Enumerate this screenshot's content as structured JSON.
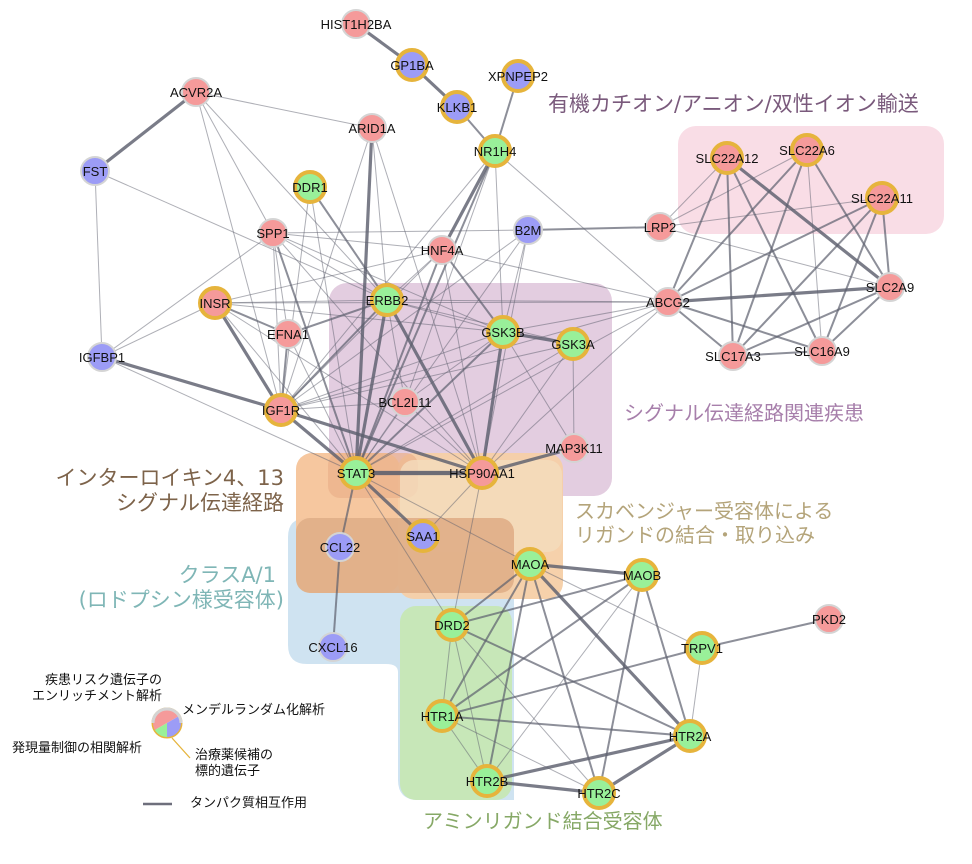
{
  "colors": {
    "red": "#f59a9a",
    "blue": "#9c9cf6",
    "green": "#99f099",
    "gold_ring": "#e6b43c",
    "grey_ring": "#d4d4d4",
    "edge": "#5d5f6e",
    "group_pink": "#f9dde6",
    "group_purple": "#e3cde0",
    "group_orange": "#f8c89a",
    "group_tan": "#f2d6b8",
    "group_brown": "#e2b289",
    "group_blue": "#cfe3f1",
    "group_green": "#c7e7b8"
  },
  "groups": [
    {
      "id": "organic-ion",
      "label_lines": [
        "有機カチオン/アニオン/双性イオン輸送"
      ],
      "color": "#7a5a7c"
    },
    {
      "id": "signal-disease",
      "label_lines": [
        "シグナル伝達経路関連疾患"
      ],
      "color": "#a77fab"
    },
    {
      "id": "il4-13",
      "label_lines": [
        "インターロイキン4、13",
        "シグナル伝達経路"
      ],
      "color": "#7d634a"
    },
    {
      "id": "scavenger",
      "label_lines": [
        "スカベンジャー受容体による",
        "リガンドの結合・取り込み"
      ],
      "color": "#b4a47a"
    },
    {
      "id": "class-a1",
      "label_lines": [
        "クラスA/1",
        "(ロドプシン様受容体)"
      ],
      "color": "#7fb6b6"
    },
    {
      "id": "amine",
      "label_lines": [
        "アミンリガンド結合受容体"
      ],
      "color": "#86a866"
    }
  ],
  "nodes": [
    {
      "id": "HIST1H2BA",
      "fill": "red",
      "target": false
    },
    {
      "id": "GP1BA",
      "fill": "blue",
      "target": true
    },
    {
      "id": "XPNPEP2",
      "fill": "blue",
      "target": true
    },
    {
      "id": "KLKB1",
      "fill": "blue",
      "target": true
    },
    {
      "id": "ACVR2A",
      "fill": "red",
      "target": false
    },
    {
      "id": "ARID1A",
      "fill": "red",
      "target": false
    },
    {
      "id": "NR1H4",
      "fill": "green",
      "target": true
    },
    {
      "id": "FST",
      "fill": "blue",
      "target": false
    },
    {
      "id": "DDR1",
      "fill": "green",
      "target": true
    },
    {
      "id": "SPP1",
      "fill": "red",
      "target": false
    },
    {
      "id": "HNF4A",
      "fill": "red",
      "target": false
    },
    {
      "id": "B2M",
      "fill": "blue",
      "target": false
    },
    {
      "id": "LRP2",
      "fill": "red",
      "target": false
    },
    {
      "id": "SLC22A12",
      "fill": "red",
      "target": true
    },
    {
      "id": "SLC22A6",
      "fill": "red",
      "target": true
    },
    {
      "id": "SLC22A11",
      "fill": "red",
      "target": true
    },
    {
      "id": "SLC2A9",
      "fill": "red",
      "target": false
    },
    {
      "id": "ABCG2",
      "fill": "red",
      "target": false
    },
    {
      "id": "SLC17A3",
      "fill": "red",
      "target": false
    },
    {
      "id": "SLC16A9",
      "fill": "red",
      "target": false
    },
    {
      "id": "INSR",
      "fill": "red",
      "target": true
    },
    {
      "id": "ERBB2",
      "fill": "green",
      "target": true
    },
    {
      "id": "EFNA1",
      "fill": "red",
      "target": false
    },
    {
      "id": "GSK3B",
      "fill": "green",
      "target": true
    },
    {
      "id": "GSK3A",
      "fill": "green",
      "target": true
    },
    {
      "id": "IGFBP1",
      "fill": "blue",
      "target": false
    },
    {
      "id": "IGF1R",
      "fill": "red",
      "target": true
    },
    {
      "id": "BCL2L11",
      "fill": "red",
      "target": false
    },
    {
      "id": "MAP3K11",
      "fill": "red",
      "target": false
    },
    {
      "id": "STAT3",
      "fill": "green",
      "target": true
    },
    {
      "id": "HSP90AA1",
      "fill": "red",
      "target": true
    },
    {
      "id": "CCL22",
      "fill": "blue",
      "target": false
    },
    {
      "id": "SAA1",
      "fill": "blue",
      "target": true
    },
    {
      "id": "MAOA",
      "fill": "green",
      "target": true
    },
    {
      "id": "MAOB",
      "fill": "green",
      "target": true
    },
    {
      "id": "PKD2",
      "fill": "red",
      "target": false
    },
    {
      "id": "DRD2",
      "fill": "green",
      "target": true
    },
    {
      "id": "TRPV1",
      "fill": "green",
      "target": true
    },
    {
      "id": "CXCL16",
      "fill": "blue",
      "target": false
    },
    {
      "id": "HTR1A",
      "fill": "green",
      "target": true
    },
    {
      "id": "HTR2A",
      "fill": "green",
      "target": true
    },
    {
      "id": "HTR2B",
      "fill": "green",
      "target": true
    },
    {
      "id": "HTR2C",
      "fill": "green",
      "target": true
    }
  ],
  "edges": [
    [
      "HIST1H2BA",
      "GP1BA",
      3
    ],
    [
      "GP1BA",
      "KLKB1",
      3
    ],
    [
      "KLKB1",
      "NR1H4",
      2
    ],
    [
      "XPNPEP2",
      "NR1H4",
      2
    ],
    [
      "ACVR2A",
      "FST",
      3
    ],
    [
      "ACVR2A",
      "ARID1A",
      1
    ],
    [
      "ACVR2A",
      "SPP1",
      1
    ],
    [
      "ACVR2A",
      "IGF1R",
      1
    ],
    [
      "ACVR2A",
      "ERBB2",
      1
    ],
    [
      "FST",
      "IGFBP1",
      1
    ],
    [
      "FST",
      "ERBB2",
      1
    ],
    [
      "ARID1A",
      "ERBB2",
      1
    ],
    [
      "ARID1A",
      "STAT3",
      3
    ],
    [
      "ARID1A",
      "IGF1R",
      1
    ],
    [
      "ARID1A",
      "HSP90AA1",
      1
    ],
    [
      "NR1H4",
      "HNF4A",
      3
    ],
    [
      "NR1H4",
      "IGF1R",
      1
    ],
    [
      "NR1H4",
      "ABCG2",
      1
    ],
    [
      "NR1H4",
      "STAT3",
      2
    ],
    [
      "NR1H4",
      "GSK3B",
      1
    ],
    [
      "NR1H4",
      "BCL2L11",
      1
    ],
    [
      "DDR1",
      "ERBB2",
      2
    ],
    [
      "DDR1",
      "IGF1R",
      1
    ],
    [
      "DDR1",
      "STAT3",
      1
    ],
    [
      "SPP1",
      "B2M",
      1
    ],
    [
      "SPP1",
      "HNF4A",
      1
    ],
    [
      "SPP1",
      "ERBB2",
      1
    ],
    [
      "SPP1",
      "IGFBP1",
      1
    ],
    [
      "SPP1",
      "STAT3",
      2
    ],
    [
      "SPP1",
      "IGF1R",
      1
    ],
    [
      "SPP1",
      "GSK3B",
      1
    ],
    [
      "SPP1",
      "EFNA1",
      1
    ],
    [
      "SPP1",
      "HSP90AA1",
      1
    ],
    [
      "HNF4A",
      "ERBB2",
      1
    ],
    [
      "HNF4A",
      "GSK3B",
      2
    ],
    [
      "HNF4A",
      "INSR",
      1
    ],
    [
      "HNF4A",
      "IGF1R",
      1
    ],
    [
      "HNF4A",
      "STAT3",
      2
    ],
    [
      "HNF4A",
      "ABCG2",
      1
    ],
    [
      "HNF4A",
      "HSP90AA1",
      1
    ],
    [
      "B2M",
      "LRP2",
      2
    ],
    [
      "B2M",
      "GSK3B",
      1
    ],
    [
      "B2M",
      "IGF1R",
      1
    ],
    [
      "B2M",
      "STAT3",
      1
    ],
    [
      "B2M",
      "HSP90AA1",
      1
    ],
    [
      "LRP2",
      "SLC22A12",
      1
    ],
    [
      "LRP2",
      "SLC22A6",
      1
    ],
    [
      "LRP2",
      "SLC22A11",
      1
    ],
    [
      "LRP2",
      "SLC2A9",
      1
    ],
    [
      "SLC22A12",
      "ABCG2",
      2
    ],
    [
      "SLC22A12",
      "SLC17A3",
      2
    ],
    [
      "SLC22A12",
      "SLC16A9",
      2
    ],
    [
      "SLC22A12",
      "SLC2A9",
      3
    ],
    [
      "SLC22A6",
      "ABCG2",
      2
    ],
    [
      "SLC22A6",
      "SLC17A3",
      2
    ],
    [
      "SLC22A6",
      "SLC2A9",
      2
    ],
    [
      "SLC22A6",
      "SLC16A9",
      1
    ],
    [
      "SLC22A11",
      "ABCG2",
      2
    ],
    [
      "SLC22A11",
      "SLC17A3",
      2
    ],
    [
      "SLC22A11",
      "SLC16A9",
      2
    ],
    [
      "SLC22A11",
      "SLC2A9",
      2
    ],
    [
      "SLC2A9",
      "ABCG2",
      3
    ],
    [
      "SLC2A9",
      "SLC17A3",
      2
    ],
    [
      "SLC2A9",
      "SLC16A9",
      2
    ],
    [
      "ABCG2",
      "SLC17A3",
      2
    ],
    [
      "ABCG2",
      "SLC16A9",
      2
    ],
    [
      "SLC17A3",
      "SLC16A9",
      2
    ],
    [
      "ABCG2",
      "ERBB2",
      1
    ],
    [
      "ABCG2",
      "GSK3B",
      1
    ],
    [
      "ABCG2",
      "INSR",
      1
    ],
    [
      "ABCG2",
      "STAT3",
      1
    ],
    [
      "ABCG2",
      "IGF1R",
      1
    ],
    [
      "ABCG2",
      "HSP90AA1",
      1
    ],
    [
      "INSR",
      "IGF1R",
      3
    ],
    [
      "INSR",
      "IGFBP1",
      1
    ],
    [
      "INSR",
      "EFNA1",
      2
    ],
    [
      "INSR",
      "ERBB2",
      1
    ],
    [
      "INSR",
      "STAT3",
      1
    ],
    [
      "INSR",
      "GSK3B",
      1
    ],
    [
      "INSR",
      "HSP90AA1",
      1
    ],
    [
      "ERBB2",
      "IGF1R",
      2
    ],
    [
      "ERBB2",
      "EFNA1",
      2
    ],
    [
      "ERBB2",
      "STAT3",
      3
    ],
    [
      "ERBB2",
      "HSP90AA1",
      3
    ],
    [
      "ERBB2",
      "GSK3B",
      1
    ],
    [
      "ERBB2",
      "BCL2L11",
      1
    ],
    [
      "ERBB2",
      "GSK3A",
      1
    ],
    [
      "EFNA1",
      "IGF1R",
      2
    ],
    [
      "EFNA1",
      "STAT3",
      1
    ],
    [
      "GSK3B",
      "GSK3A",
      3
    ],
    [
      "GSK3B",
      "STAT3",
      2
    ],
    [
      "GSK3B",
      "HSP90AA1",
      3
    ],
    [
      "GSK3B",
      "IGF1R",
      1
    ],
    [
      "GSK3B",
      "BCL2L11",
      1
    ],
    [
      "GSK3B",
      "MAP3K11",
      1
    ],
    [
      "GSK3A",
      "STAT3",
      1
    ],
    [
      "GSK3A",
      "IGF1R",
      1
    ],
    [
      "GSK3A",
      "MAP3K11",
      1
    ],
    [
      "GSK3A",
      "HSP90AA1",
      1
    ],
    [
      "IGFBP1",
      "IGF1R",
      3
    ],
    [
      "IGFBP1",
      "STAT3",
      1
    ],
    [
      "IGF1R",
      "STAT3",
      3
    ],
    [
      "IGF1R",
      "HSP90AA1",
      3
    ],
    [
      "IGF1R",
      "BCL2L11",
      1
    ],
    [
      "BCL2L11",
      "STAT3",
      1
    ],
    [
      "BCL2L11",
      "HSP90AA1",
      1
    ],
    [
      "MAP3K11",
      "HSP90AA1",
      3
    ],
    [
      "STAT3",
      "HSP90AA1",
      4
    ],
    [
      "STAT3",
      "SAA1",
      3
    ],
    [
      "STAT3",
      "CCL22",
      2
    ],
    [
      "STAT3",
      "MAOA",
      1
    ],
    [
      "STAT3",
      "DRD2",
      1
    ],
    [
      "HSP90AA1",
      "SAA1",
      1
    ],
    [
      "HSP90AA1",
      "DRD2",
      1
    ],
    [
      "CCL22",
      "CXCL16",
      2
    ],
    [
      "MAOA",
      "MAOB",
      3
    ],
    [
      "MAOA",
      "DRD2",
      2
    ],
    [
      "MAOA",
      "HTR1A",
      2
    ],
    [
      "MAOA",
      "HTR2A",
      3
    ],
    [
      "MAOA",
      "HTR2B",
      2
    ],
    [
      "MAOA",
      "HTR2C",
      2
    ],
    [
      "MAOA",
      "TRPV1",
      1
    ],
    [
      "MAOB",
      "DRD2",
      2
    ],
    [
      "MAOB",
      "HTR1A",
      2
    ],
    [
      "MAOB",
      "HTR2A",
      2
    ],
    [
      "MAOB",
      "HTR2B",
      1
    ],
    [
      "MAOB",
      "HTR2C",
      2
    ],
    [
      "TRPV1",
      "PKD2",
      2
    ],
    [
      "TRPV1",
      "HTR1A",
      2
    ],
    [
      "TRPV1",
      "HTR2A",
      1
    ],
    [
      "DRD2",
      "HTR1A",
      1
    ],
    [
      "DRD2",
      "HTR2B",
      1
    ],
    [
      "DRD2",
      "HTR2A",
      2
    ],
    [
      "DRD2",
      "HTR2C",
      1
    ],
    [
      "HTR1A",
      "HTR2A",
      2
    ],
    [
      "HTR1A",
      "HTR2C",
      1
    ],
    [
      "HTR1A",
      "HTR2B",
      1
    ],
    [
      "HTR2A",
      "HTR2B",
      3
    ],
    [
      "HTR2A",
      "HTR2C",
      3
    ],
    [
      "HTR2B",
      "HTR2C",
      3
    ]
  ],
  "legend": {
    "enrichment": [
      "疾患リスク遺伝子の",
      "エンリッチメント解析"
    ],
    "mendelian": "メンデルランダム化解析",
    "expression": "発現量制御の相関解析",
    "drug_target": [
      "治療薬候補の",
      "標的遺伝子"
    ],
    "ppi": "タンパク質相互作用"
  }
}
